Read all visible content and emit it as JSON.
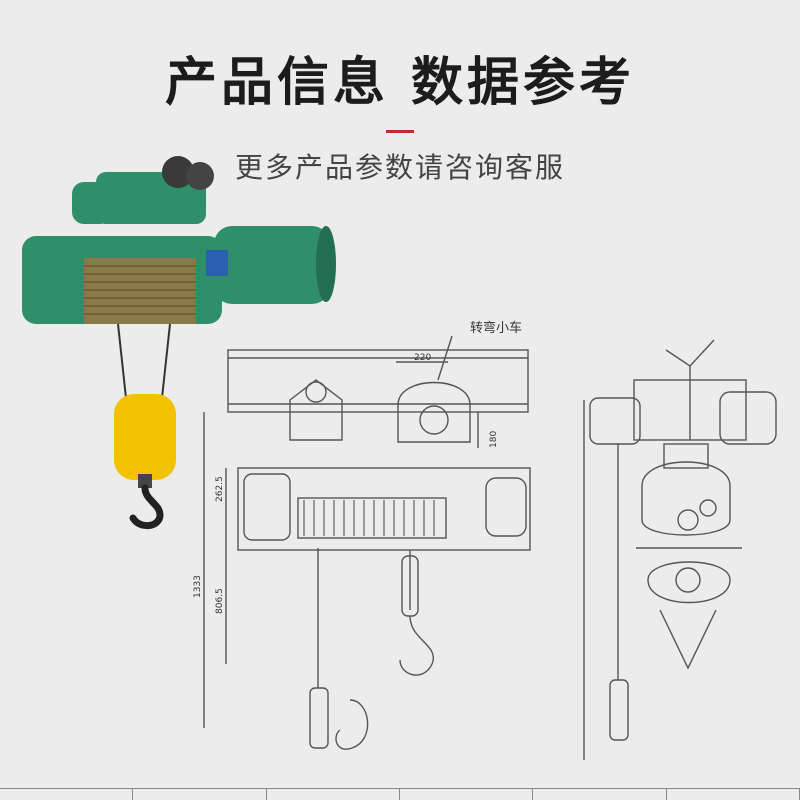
{
  "header": {
    "title": "产品信息 数据参考",
    "subtitle": "更多产品参数请咨询客服"
  },
  "colors": {
    "accent": "#c8282d",
    "hoist_body": "#2f8f6a",
    "hook_yellow": "#f2c200",
    "drawing_line": "#555555"
  },
  "drawing": {
    "trolley_label": "转弯小车",
    "dimensions": [
      "220",
      "180",
      "262.5",
      "806.5",
      "1333"
    ]
  },
  "footer": {
    "table_columns": 6
  }
}
